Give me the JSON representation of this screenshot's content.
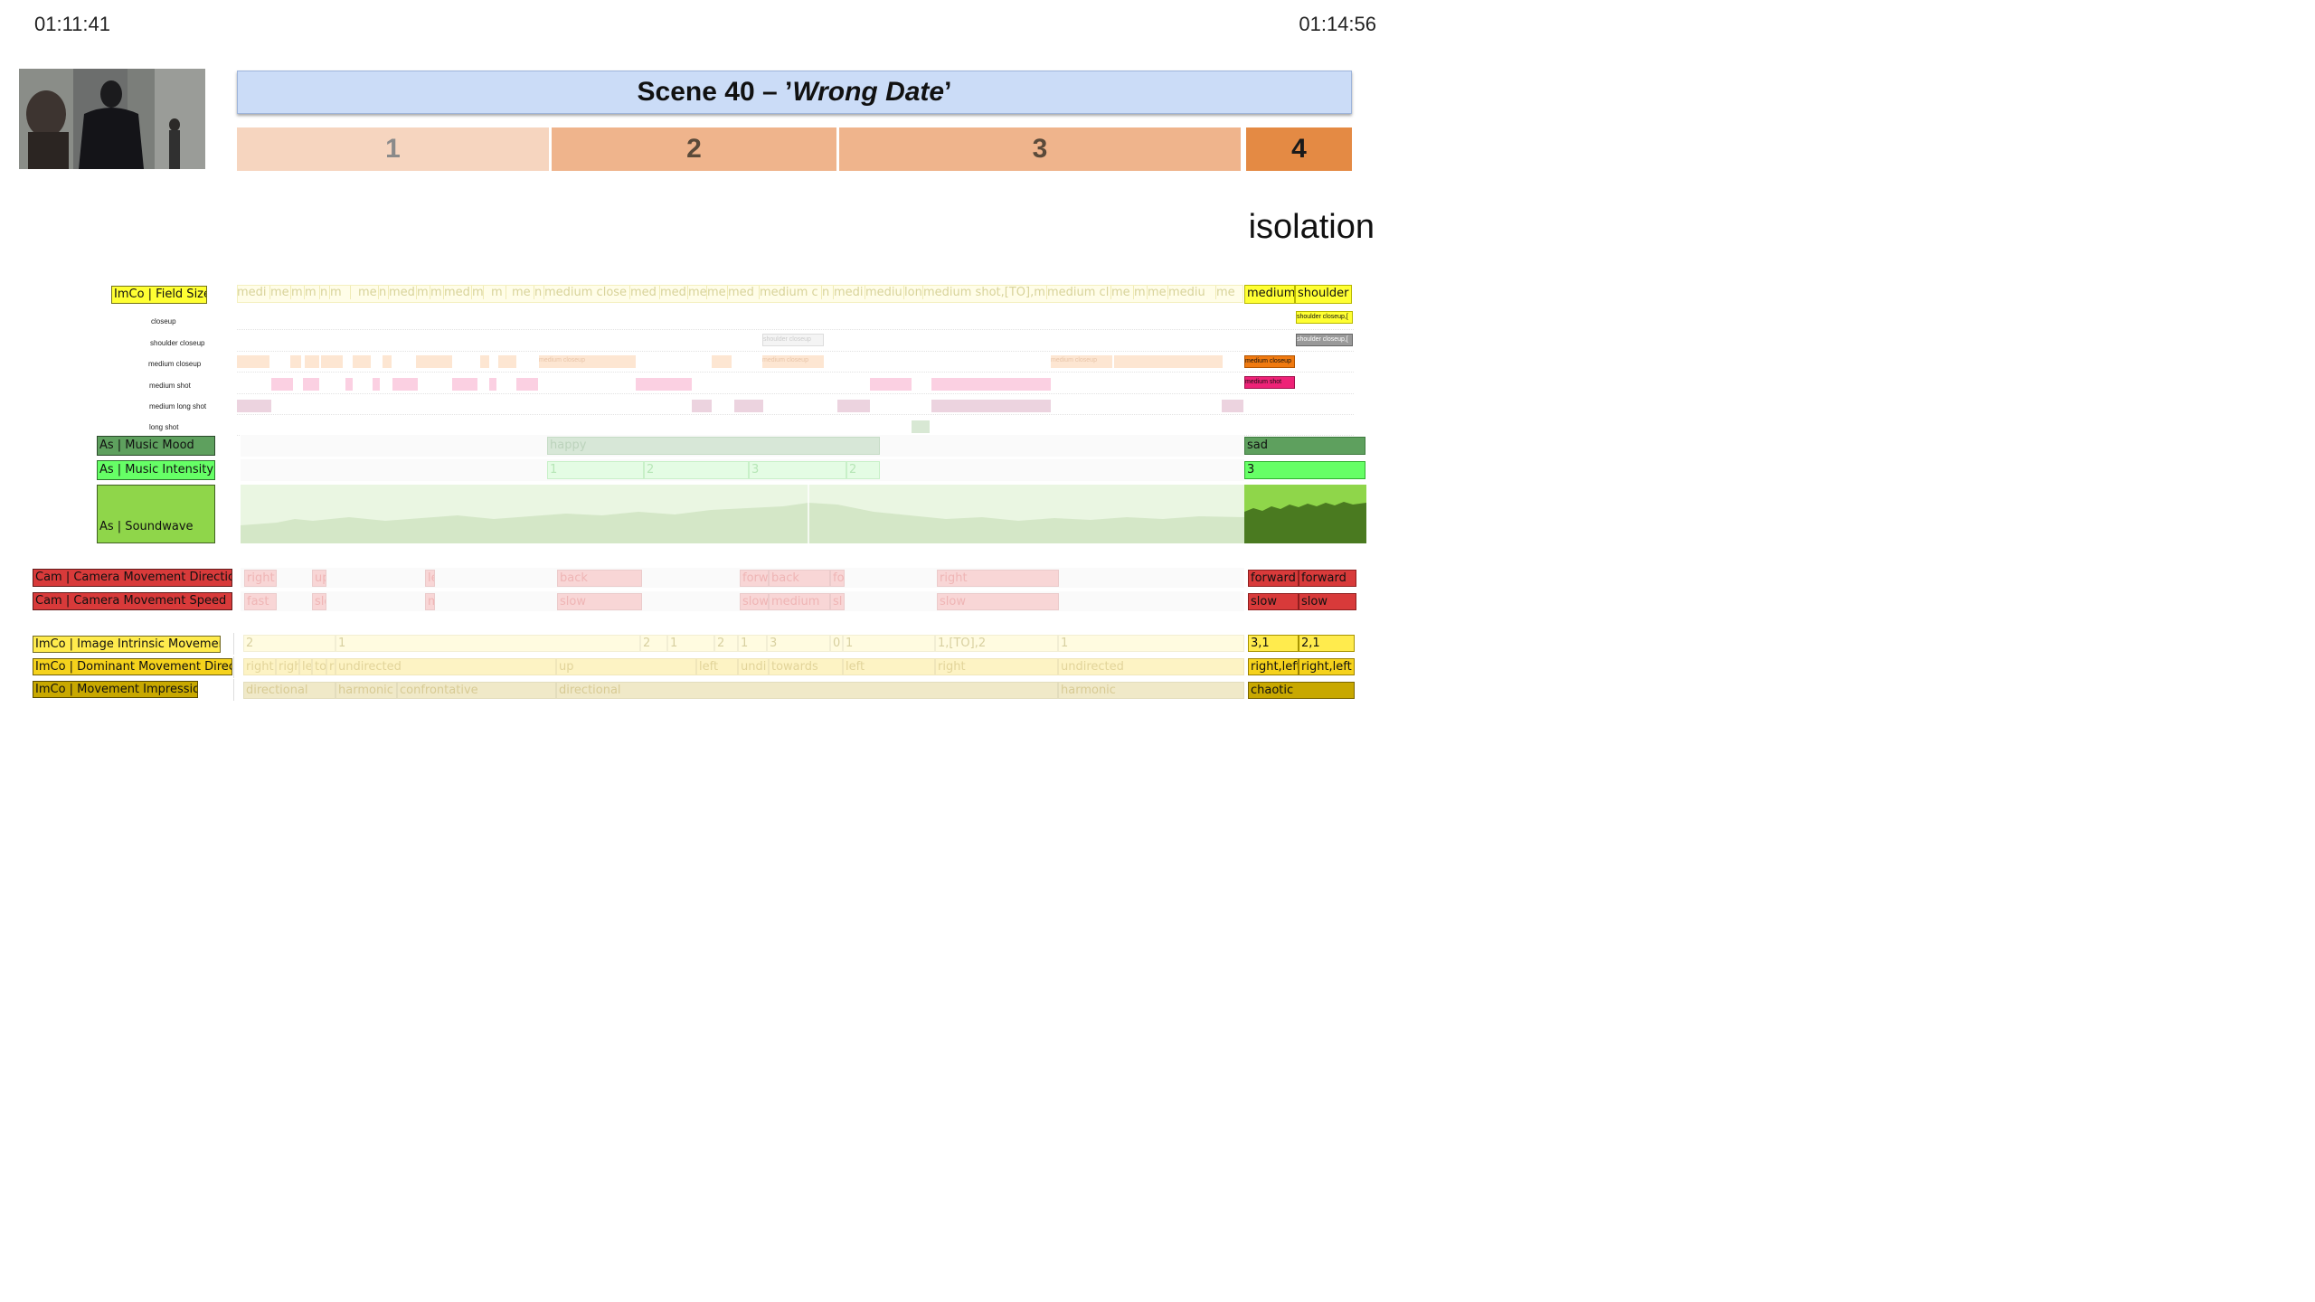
{
  "header": {
    "time_start": "01:11:41",
    "time_end": "01:14:56",
    "scene_prefix": "Scene 40 – ’",
    "scene_name": "Wrong Date",
    "scene_suffix": "’",
    "theme": "isolation"
  },
  "segments": [
    "1",
    "2",
    "3",
    "4"
  ],
  "field_size": {
    "label": "ImCo | Field Size",
    "sublabels": [
      "closeup",
      "shoulder closeup",
      "medium closeup",
      "medium shot",
      "medium long shot",
      "long shot"
    ],
    "dim_texts": [
      "medi",
      "me",
      "m",
      "m",
      "n",
      "m",
      "me",
      "n",
      "med",
      "m",
      "m",
      "med",
      "m",
      "m",
      "me",
      "n",
      "medium close",
      "med",
      "med",
      "me",
      "me",
      "med",
      "medium c",
      "n",
      "medi",
      "mediu",
      "lon",
      "medium shot,[TO],m",
      "medium cl",
      "me",
      "m",
      "me",
      "mediu",
      "me"
    ],
    "active": [
      "medium",
      "shoulder"
    ],
    "lane_texts": [
      "shoulder closeup,[",
      "shoulder closeup,[",
      "medium closeup",
      "medium closeup",
      "medium closeup",
      "medium closeup",
      "medium shot",
      "shoulder closeup"
    ]
  },
  "music_mood": {
    "label": "As | Music Mood",
    "dim_value": "happy",
    "active_value": "sad"
  },
  "music_intensity": {
    "label": "As | Music Intensity",
    "dim_values": [
      "1",
      "2",
      "3",
      "2"
    ],
    "active_value": "3"
  },
  "soundwave": {
    "label": "As | Soundwave"
  },
  "cam_direction": {
    "label": "Cam | Camera Movement Direction",
    "dim_values": [
      "right",
      "up",
      "le",
      "back",
      "forwa",
      "back",
      "fo",
      "right"
    ],
    "active_values": [
      "forward",
      "forward"
    ]
  },
  "cam_speed": {
    "label": "Cam | Camera Movement Speed",
    "dim_values": [
      "fast",
      "slo",
      "m",
      "slow",
      "slow",
      "medium",
      "sl",
      "slow"
    ],
    "active_values": [
      "slow",
      "slow"
    ]
  },
  "intrinsic": {
    "label": "ImCo | Image Intrinsic Movement",
    "dim_values": [
      "2",
      "1",
      "2",
      "1",
      "2",
      "1",
      "3",
      "0",
      "1",
      "1,[TO],2",
      "1"
    ],
    "active_values": [
      "3,1",
      "2,1"
    ]
  },
  "dominant": {
    "label": "ImCo | Dominant Movement Directi",
    "dim_values": [
      "right",
      "righ",
      "le",
      "to",
      "ri",
      "undirected",
      "up",
      "left",
      "undi",
      "towards",
      "left",
      "right",
      "undirected"
    ],
    "active_values": [
      "right,left",
      "right,left"
    ]
  },
  "impression": {
    "label": "ImCo | Movement Impression",
    "dim_values": [
      "directional",
      "harmonic",
      "confrontative",
      "directional",
      "harmonic"
    ],
    "active_value": "chaotic"
  },
  "colors": {
    "title_bg": "#cbdcf7",
    "field_yellow": "#ffff33",
    "mood_green": "#5ea05e",
    "intensity_green": "#66ff66",
    "sound_green": "#4a7a20",
    "cam_red": "#d83a3a",
    "intrinsic_yellow": "#ffeb4d",
    "dominant_yellow": "#f5d21c",
    "impression_gold": "#c8a800"
  }
}
